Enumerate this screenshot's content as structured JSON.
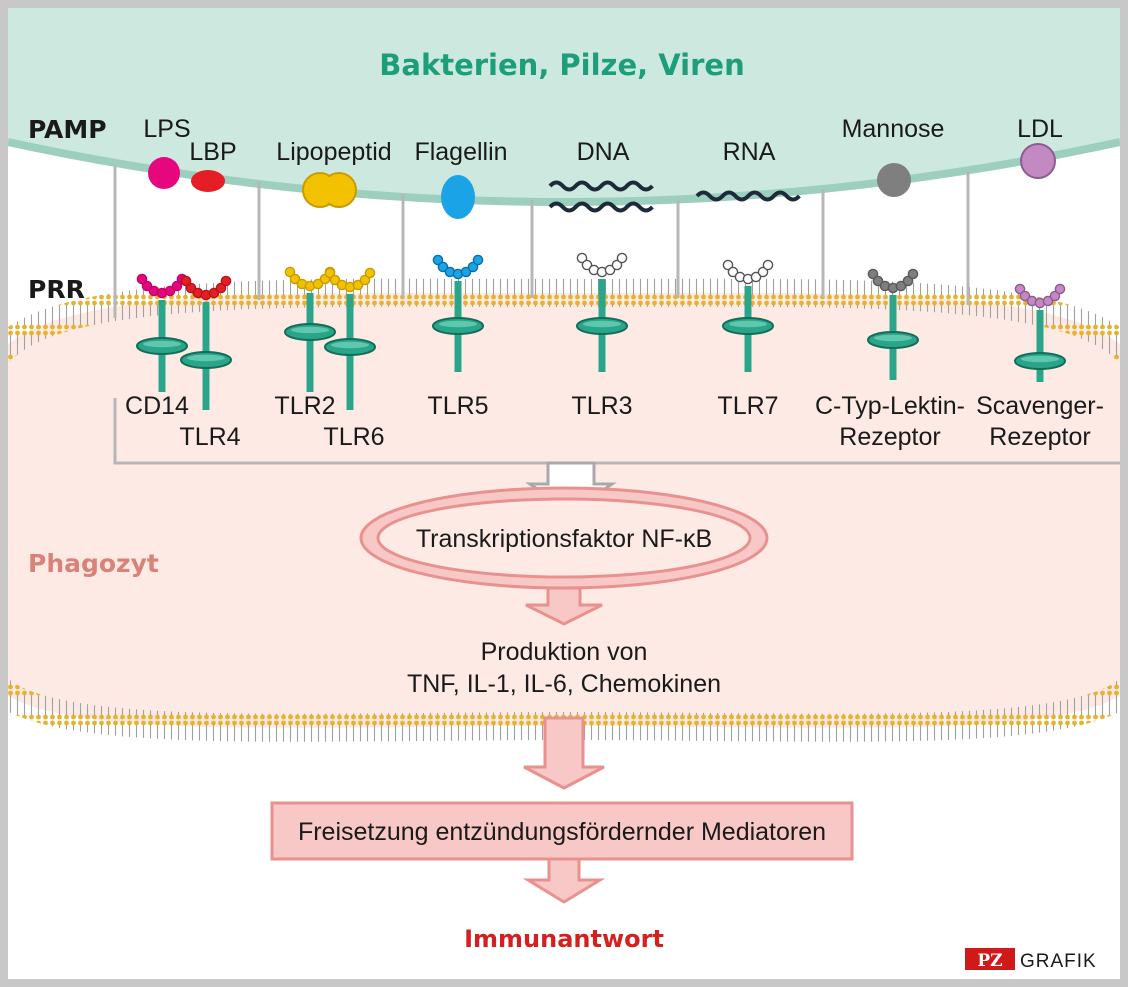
{
  "title": "Bakterien, Pilze, Viren",
  "row_labels": {
    "pamp": "PAMP",
    "prr": "PRR"
  },
  "pamps": [
    "LPS",
    "LBP",
    "Lipopeptid",
    "Flagellin",
    "DNA",
    "RNA",
    "Mannose",
    "LDL"
  ],
  "receptors": {
    "cd14": "CD14",
    "tlr4": "TLR4",
    "tlr2": "TLR2",
    "tlr6": "TLR6",
    "tlr5": "TLR5",
    "tlr3": "TLR3",
    "tlr7": "TLR7",
    "ctype_1": "C-Typ-Lektin-",
    "ctype_2": "Rezeptor",
    "scav_1": "Scavenger-",
    "scav_2": "Rezeptor"
  },
  "cell_label": "Phagozyt",
  "transcription_factor": "Transkriptionsfaktor NF-κB",
  "production_line1": "Produktion von",
  "production_line2": "TNF, IL-1, IL-6, Chemokinen",
  "release": "Freisetzung entzündungsfördernder Mediatoren",
  "outcome": "Immunantwort",
  "logo": {
    "pz": "PZ",
    "grafik": "GRAFIK"
  },
  "colors": {
    "pathogen_zone": "#cde9df",
    "cell": "#fdeae5",
    "receptor": "#2aa58a",
    "title": "#1c9e7b",
    "phagozyt": "#d9827a",
    "outcome": "#d42020",
    "arrow_fill": "#f5c2c2",
    "arrow_stroke": "#e8918f",
    "lps": "#e6067e",
    "lbp": "#e51e25",
    "lipopeptid": "#f2c200",
    "flagellin": "#1aa3e6",
    "mannose": "#7f7f7f",
    "ldl": "#c389c2"
  }
}
